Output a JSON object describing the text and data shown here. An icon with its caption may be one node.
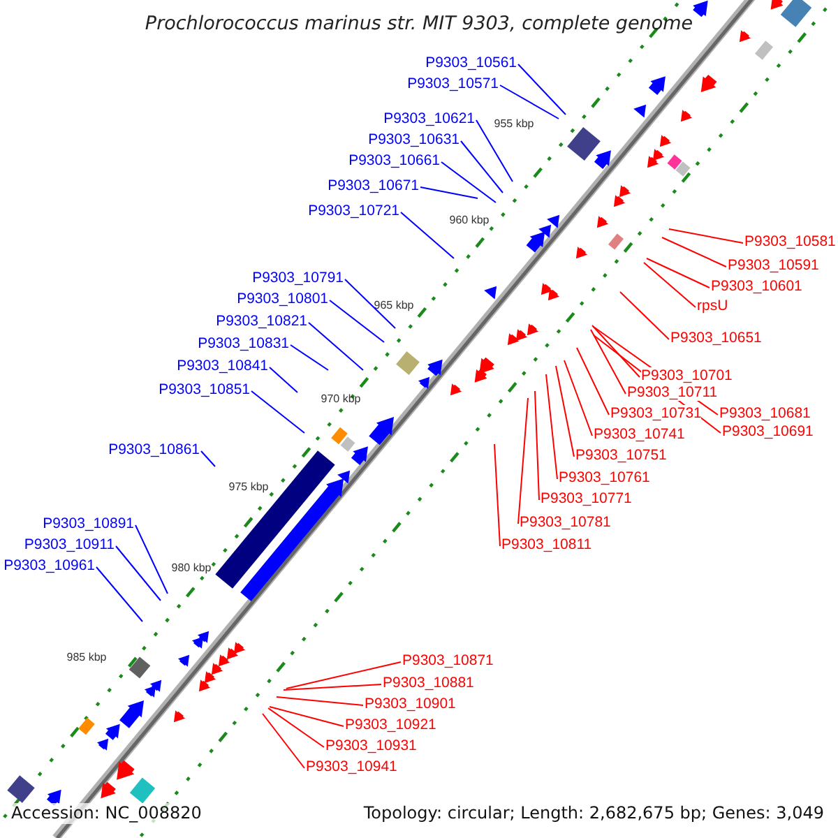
{
  "diagram": {
    "title": "Prochlorococcus marinus str. MIT 9303, complete genome",
    "nodes": [
      {
        "text": [
          "P9303_10561"
        ]
      },
      {
        "text": [
          "P9303_10571"
        ]
      },
      {
        "text": [
          "P9303_10621"
        ]
      },
      {
        "text": [
          "P9303_10631"
        ]
      },
      {
        "text": [
          "P9303_10661"
        ]
      },
      {
        "text": [
          "P9303_10671"
        ]
      },
      {
        "text": [
          "P9303_10721"
        ]
      },
      {
        "text": [
          "P9303_10791"
        ]
      },
      {
        "text": [
          "P9303_10801"
        ]
      },
      {
        "text": [
          "P9303_10821"
        ]
      },
      {
        "text": [
          "P9303_10831"
        ]
      },
      {
        "text": [
          "P9303_10841"
        ]
      },
      {
        "text": [
          "P9303_10851"
        ]
      },
      {
        "text": [
          "P9303_10861"
        ]
      },
      {
        "text": [
          "P9303_10891"
        ]
      },
      {
        "text": [
          "P9303_10911"
        ]
      },
      {
        "text": [
          "P9303_10961"
        ]
      },
      {
        "text": [
          "P9303_10581"
        ]
      },
      {
        "text": [
          "P9303_10591"
        ]
      },
      {
        "text": [
          "P9303_10601"
        ]
      },
      {
        "text": [
          "rpsU"
        ]
      },
      {
        "text": [
          "P9303_10651"
        ]
      },
      {
        "text": [
          "P9303_10701"
        ]
      },
      {
        "text": [
          "P9303_10711"
        ]
      },
      {
        "text": [
          "P9303_10681"
        ]
      },
      {
        "text": [
          "P9303_10691"
        ]
      },
      {
        "text": [
          "P9303_10731"
        ]
      },
      {
        "text": [
          "P9303_10741"
        ]
      },
      {
        "text": [
          "P9303_10751"
        ]
      },
      {
        "text": [
          "P9303_10761"
        ]
      },
      {
        "text": [
          "P9303_10771"
        ]
      },
      {
        "text": [
          "P9303_10781"
        ]
      },
      {
        "text": [
          "P9303_10811"
        ]
      },
      {
        "text": [
          "P9303_10871"
        ]
      },
      {
        "text": [
          "P9303_10881"
        ]
      },
      {
        "text": [
          "P9303_10901"
        ]
      },
      {
        "text": [
          "P9303_10921"
        ]
      },
      {
        "text": [
          "P9303_10931"
        ]
      },
      {
        "text": [
          "P9303_10941"
        ]
      }
    ],
    "edges": [
      {
        "from": 0,
        "to": null,
        "arrow": "none",
        "color": "#0000ff"
      },
      {
        "from": 1,
        "to": null,
        "arrow": "none",
        "color": "#0000ff"
      },
      {
        "from": 2,
        "to": null,
        "arrow": "none",
        "color": "#0000ff"
      },
      {
        "from": 3,
        "to": null,
        "arrow": "none",
        "color": "#0000ff"
      },
      {
        "from": 4,
        "to": null,
        "arrow": "none",
        "color": "#0000ff"
      },
      {
        "from": 5,
        "to": null,
        "arrow": "none",
        "color": "#0000ff"
      },
      {
        "from": 6,
        "to": null,
        "arrow": "none",
        "color": "#0000ff"
      },
      {
        "from": 7,
        "to": null,
        "arrow": "none",
        "color": "#0000ff"
      },
      {
        "from": 8,
        "to": null,
        "arrow": "none",
        "color": "#0000ff"
      },
      {
        "from": 9,
        "to": null,
        "arrow": "none",
        "color": "#0000ff"
      },
      {
        "from": 10,
        "to": null,
        "arrow": "none",
        "color": "#0000ff"
      },
      {
        "from": 11,
        "to": null,
        "arrow": "none",
        "color": "#0000ff"
      },
      {
        "from": 12,
        "to": null,
        "arrow": "none",
        "color": "#0000ff"
      },
      {
        "from": 13,
        "to": null,
        "arrow": "none",
        "color": "#0000ff"
      },
      {
        "from": 14,
        "to": null,
        "arrow": "none",
        "color": "#0000ff"
      },
      {
        "from": 15,
        "to": null,
        "arrow": "none",
        "color": "#0000ff"
      },
      {
        "from": 16,
        "to": null,
        "arrow": "none",
        "color": "#0000ff"
      },
      {
        "from": 17,
        "to": null,
        "arrow": "none"
      },
      {
        "from": 18,
        "to": null,
        "arrow": "none"
      },
      {
        "from": 19,
        "to": null,
        "arrow": "none"
      },
      {
        "from": 20,
        "to": null,
        "arrow": "none"
      },
      {
        "from": 21,
        "to": null,
        "arrow": "none"
      },
      {
        "from": 22,
        "to": null,
        "arrow": "none"
      },
      {
        "from": 23,
        "to": null,
        "arrow": "none"
      },
      {
        "from": 24,
        "to": null,
        "arrow": "none"
      },
      {
        "from": 25,
        "to": null,
        "arrow": "none"
      },
      {
        "from": 26,
        "to": null,
        "arrow": "none"
      },
      {
        "from": 27,
        "to": null,
        "arrow": "none"
      },
      {
        "from": 28,
        "to": null,
        "arrow": "none"
      },
      {
        "from": 29,
        "to": null,
        "arrow": "none"
      },
      {
        "from": 30,
        "to": null,
        "arrow": "none"
      },
      {
        "from": 31,
        "to": null,
        "arrow": "none"
      },
      {
        "from": 32,
        "to": null,
        "arrow": "none"
      },
      {
        "from": 33,
        "to": null,
        "arrow": "none"
      },
      {
        "from": 34,
        "to": null,
        "arrow": "none"
      },
      {
        "from": 35,
        "to": null,
        "arrow": "none"
      },
      {
        "from": 36,
        "to": null,
        "arrow": "none"
      },
      {
        "from": 37,
        "to": null,
        "arrow": "none"
      },
      {
        "from": 38,
        "to": null,
        "arrow": "none"
      }
    ],
    "labels": [
      "955 kbp",
      "960 kbp",
      "965 kbp",
      "970 kbp",
      "975 kbp",
      "980 kbp",
      "985 kbp",
      "Accession: NC_008820",
      "Topology: circular; Length: 2,682,675 bp; Genes: 3,049"
    ]
  }
}
